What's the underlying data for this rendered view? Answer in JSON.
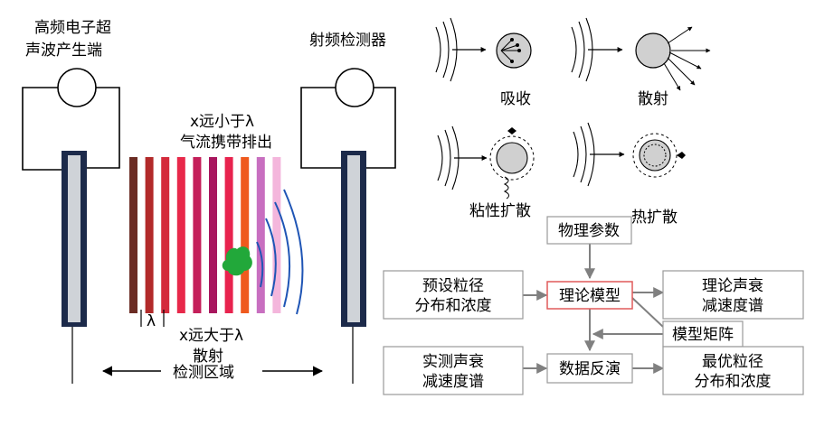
{
  "left": {
    "generator_label": [
      "高频电子超",
      "声波产生端"
    ],
    "detector_label": "射频检测器",
    "small_particle_label": [
      "x远小于λ",
      "气流携带排出"
    ],
    "large_particle_label": [
      "x远大于λ",
      "散射"
    ],
    "lambda_label": "λ",
    "region_label": "检测区域"
  },
  "mechanisms": {
    "absorption": "吸收",
    "scattering": "散射",
    "viscous": "粘性扩散",
    "thermal": "热扩散"
  },
  "flow": {
    "physical_params": "物理参数",
    "preset": [
      "预设粒径",
      "分布和浓度"
    ],
    "theory_model": "理论模型",
    "theory_spectrum": [
      "理论声衰",
      "减速度谱"
    ],
    "model_matrix": "模型矩阵",
    "measured": [
      "实测声衰",
      "减速度谱"
    ],
    "inversion": "数据反演",
    "optimal": [
      "最优粒径",
      "分布和浓度"
    ]
  },
  "colors": {
    "stripes": [
      "#6b2c24",
      "#b22a2a",
      "#d42b3c",
      "#e8284a",
      "#c41f5a",
      "#a8165e",
      "#e8234e",
      "#ef5a1e",
      "#c86fc0",
      "#f4b6dc"
    ],
    "particle": "#22a83a",
    "wave_blue": "#1f55b5",
    "probe_outer": "#1c2a4a",
    "model_box_border": "#e05a5a"
  }
}
